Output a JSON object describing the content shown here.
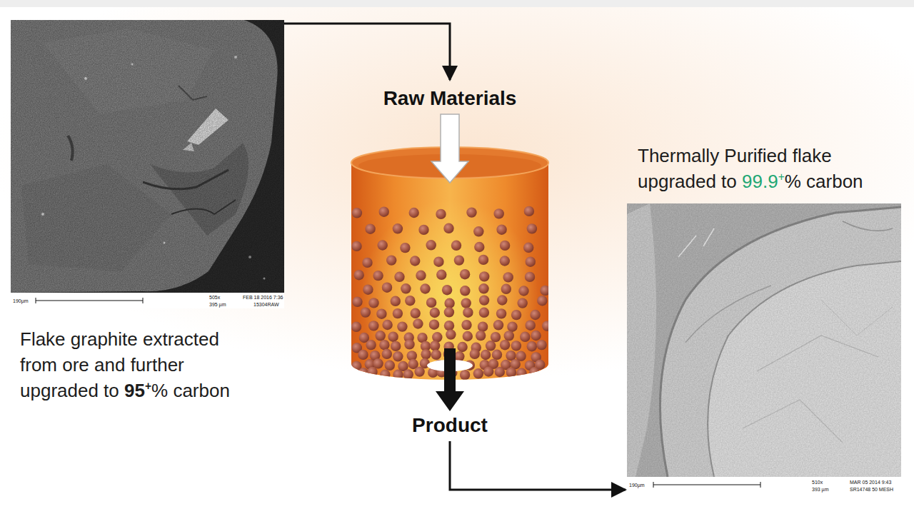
{
  "diagram": {
    "nodes": [
      {
        "text": [
          "Flake graphite extracted from ore and further upgraded to 95+% carbon"
        ]
      },
      {
        "text": [
          "Raw Materials",
          "Product"
        ]
      },
      {
        "text": [
          "Thermally Purified flake upgraded to 99.9+% carbon"
        ]
      }
    ],
    "edges": [
      {
        "from": 0,
        "to": 1,
        "arrow": "to"
      },
      {
        "from": 1,
        "to": 2,
        "arrow": "to"
      }
    ],
    "labels": [
      "190µm",
      "505x",
      "FEB 18 2016 7:36",
      "395 µm",
      "15304RAW",
      "190µm",
      "510x",
      "MAR 05 2014 9:43",
      "393 µm",
      "SR14748 50 MESH"
    ]
  }
}
